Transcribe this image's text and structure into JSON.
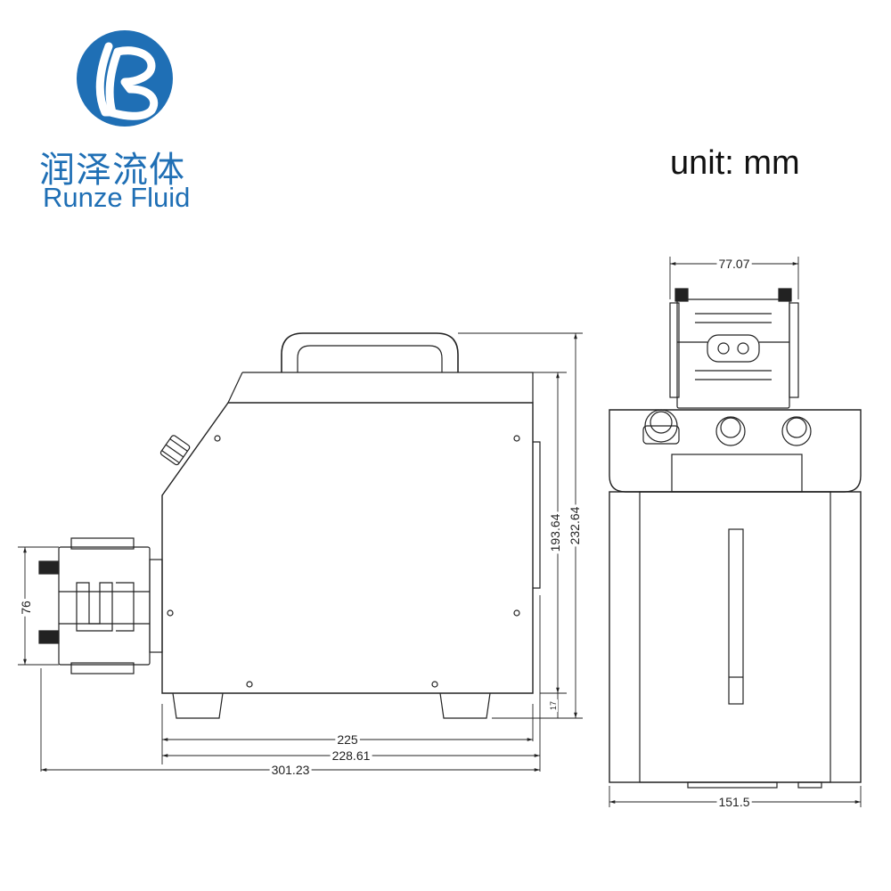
{
  "logo": {
    "chinese": "润泽流体",
    "english": "Runze Fluid",
    "brand_color": "#1f6fb5"
  },
  "unit_label": "unit: mm",
  "side_view": {
    "width_225": "225",
    "width_228": "228.61",
    "width_total": "301.23",
    "height_body": "193.64",
    "height_total": "232.64",
    "height_head": "76",
    "foot_height": "17"
  },
  "front_view": {
    "head_width": "77.07",
    "body_width": "151.5"
  }
}
